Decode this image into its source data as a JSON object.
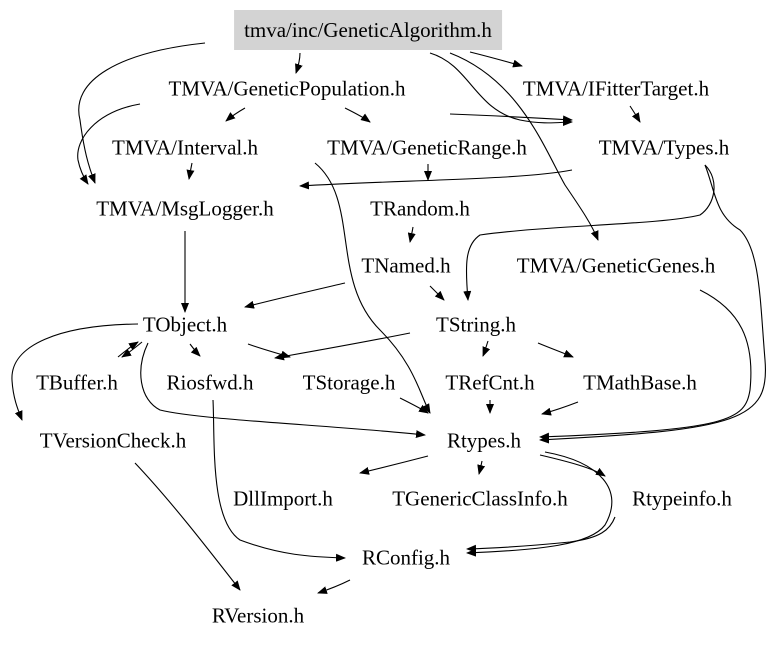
{
  "diagram": {
    "nodes": {
      "root": "tmva/inc/GeneticAlgorithm.h",
      "genetic_population": "TMVA/GeneticPopulation.h",
      "ifitter_target": "TMVA/IFitterTarget.h",
      "interval": "TMVA/Interval.h",
      "genetic_range": "TMVA/GeneticRange.h",
      "types": "TMVA/Types.h",
      "msg_logger": "TMVA/MsgLogger.h",
      "trandom": "TRandom.h",
      "tnamed": "TNamed.h",
      "genetic_genes": "TMVA/GeneticGenes.h",
      "tobject": "TObject.h",
      "tstring": "TString.h",
      "tbuffer": "TBuffer.h",
      "riosfwd": "Riosfwd.h",
      "tstorage": "TStorage.h",
      "trefcnt": "TRefCnt.h",
      "tmathbase": "TMathBase.h",
      "tversioncheck": "TVersionCheck.h",
      "rtypes": "Rtypes.h",
      "dllimport": "DllImport.h",
      "tgenericclassinfo": "TGenericClassInfo.h",
      "rtypeinfo": "Rtypeinfo.h",
      "rconfig": "RConfig.h",
      "rversion": "RVersion.h"
    },
    "colors": {
      "root_fill": "#d3d3d3",
      "edge": "#000000",
      "text": "#000000"
    }
  }
}
